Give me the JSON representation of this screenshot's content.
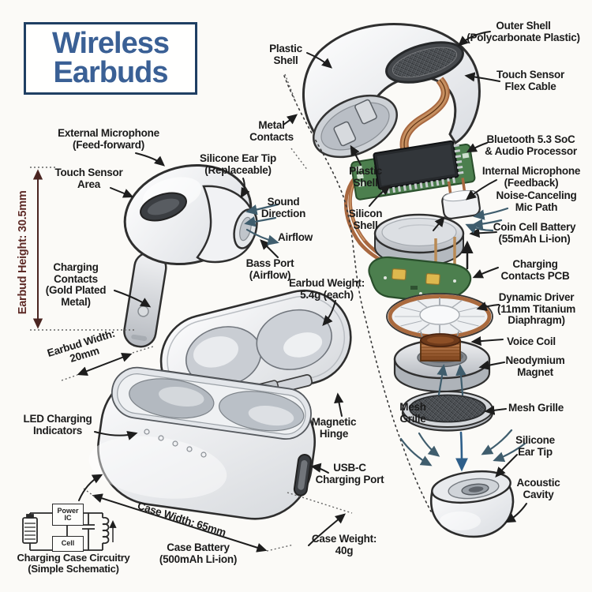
{
  "title": {
    "line1": "Wireless",
    "line2": "Earbuds"
  },
  "labels": {
    "plastic_shell_top": "Plastic\nShell",
    "outer_shell": "Outer Shell\n(Polycarbonate Plastic)",
    "touch_sensor_flex": "Touch Sensor\nFlex Cable",
    "metal_contacts": "Metal\nContacts",
    "external_microphone": "External Microphone\n(Feed-forward)",
    "touch_sensor_area": "Touch Sensor\nArea",
    "silicone_ear_tip_replaceable": "Silicone Ear Tip\n(Replaceable)",
    "bluetooth_soc": "Bluetooth 5.3 SoC\n& Audio Processor",
    "plastic_shell_inner": "Plastic\nShell",
    "internal_microphone": "Internal Microphone\n(Feedback)",
    "noise_canceling_mic_path": "Noise-Canceling\nMic Path",
    "silicon_shell": "Silicon\nShell",
    "sound_direction": "Sound\nDirection",
    "airflow": "Airflow",
    "coin_cell_battery": "Coin Cell Battery\n(55mAh Li-ion)",
    "bass_port": "Bass Port\n(Airflow)",
    "charging_contacts_pcb": "Charging\nContacts PCB",
    "charging_contacts_gold": "Charging\nContacts\n(Gold Plated\nMetal)",
    "dynamic_driver": "Dynamic Driver\n(11mm Titanium\nDiaphragm)",
    "voice_coil": "Voice Coil",
    "neodymium_magnet": "Neodymium\nMagnet",
    "mesh_grille_left": "Mesh\nGrille",
    "mesh_grille_right": "Mesh Grille",
    "led_charging_indicators": "LED Charging\nIndicators",
    "magnetic_hinge": "Magnetic\nHinge",
    "silicone_ear_tip": "Silicone\nEar Tip",
    "usb_c_port": "USB-C\nCharging Port",
    "acoustic_cavity": "Acoustic\nCavity"
  },
  "dimensions": {
    "earbud_height": "Earbud Height: 30.5mm",
    "earbud_width": "Earbud Width:\n20mm",
    "earbud_weight": "Earbud Weight:\n5.4g (each)",
    "case_width": "Case Width: 65mm",
    "case_weight": "Case Weight:\n40g",
    "case_battery": "Case Battery\n(500mAh Li-ion)"
  },
  "schematic": {
    "power_ic": "Power\nIC",
    "cell": "Cell",
    "caption": "Charging Case Circuitry\n(Simple Schematic)"
  },
  "colors": {
    "title_text": "#3a6095",
    "title_border": "#1f3f63",
    "label_text": "#1b1b1b",
    "dimension_maroon": "#5e2a26",
    "arrow_black": "#1d1d1d",
    "arrow_slate": "#3f5d6d",
    "arrow_blue": "#2e5f8a",
    "pcb_green": "#4c7f4e",
    "copper": "#a86840",
    "background": "#fbfaf7"
  }
}
